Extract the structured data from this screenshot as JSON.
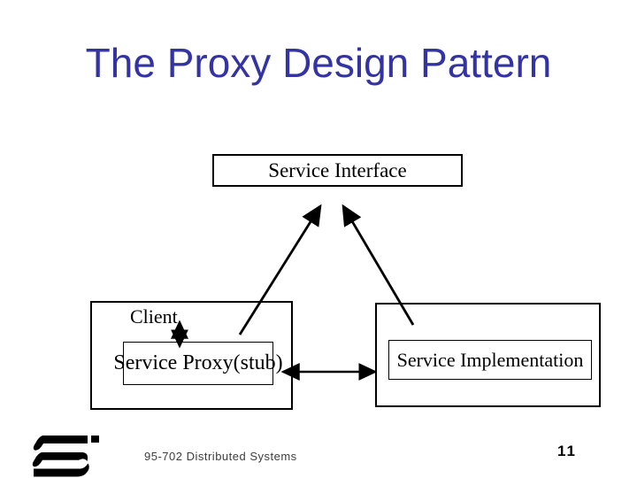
{
  "slide": {
    "title": "The Proxy Design Pattern",
    "footer_course": "95-702 Distributed Systems",
    "page_number": "11"
  },
  "theme": {
    "background": "#FFFFFF",
    "title_color": "#3433A4",
    "line_color": "#000000",
    "logo_color": "#000000"
  },
  "diagram": {
    "boxes": {
      "service_interface": "Service Interface",
      "client": "Client",
      "service_proxy": "Service Proxy(stub)",
      "service_implementation": "Service Implementation"
    },
    "connections": [
      {
        "from": "Client",
        "to": "Service Proxy(stub)",
        "style": "double-headed-arrow",
        "orientation": "vertical"
      },
      {
        "from": "Service Proxy(stub)",
        "to": "Service Interface",
        "style": "arrow",
        "orientation": "diagonal-up"
      },
      {
        "from": "Service Implementation",
        "to": "Service Interface",
        "style": "arrow",
        "orientation": "diagonal-up"
      },
      {
        "from": "Service Proxy(stub)",
        "to": "Service Implementation",
        "style": "double-headed-arrow",
        "orientation": "horizontal"
      }
    ]
  },
  "icons": {
    "logo": "three-wave-bars-logo"
  }
}
